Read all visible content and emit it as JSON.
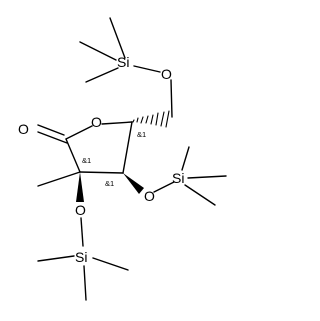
{
  "atoms": {
    "si_top": "Si",
    "o_top": "O",
    "o_ring": "O",
    "o_carbonyl": "O",
    "o_right": "O",
    "si_right": "Si",
    "o_bottom": "O",
    "si_bottom": "Si"
  },
  "stereo": {
    "c4": "&1",
    "c2": "&1",
    "c3": "&1"
  }
}
